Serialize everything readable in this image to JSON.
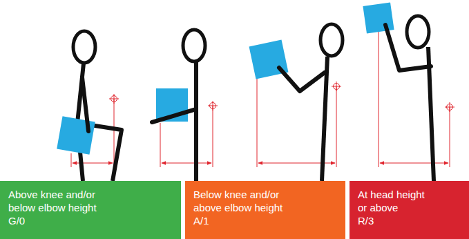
{
  "diagram": {
    "nodes": [
      {
        "text": [
          "Above knee and/or below elbow height",
          "G/0"
        ]
      },
      {
        "text": [
          "Below knee and/or above elbow height",
          "A/1"
        ]
      },
      {
        "text": [
          "At head height or above",
          "R/3"
        ]
      }
    ]
  }
}
